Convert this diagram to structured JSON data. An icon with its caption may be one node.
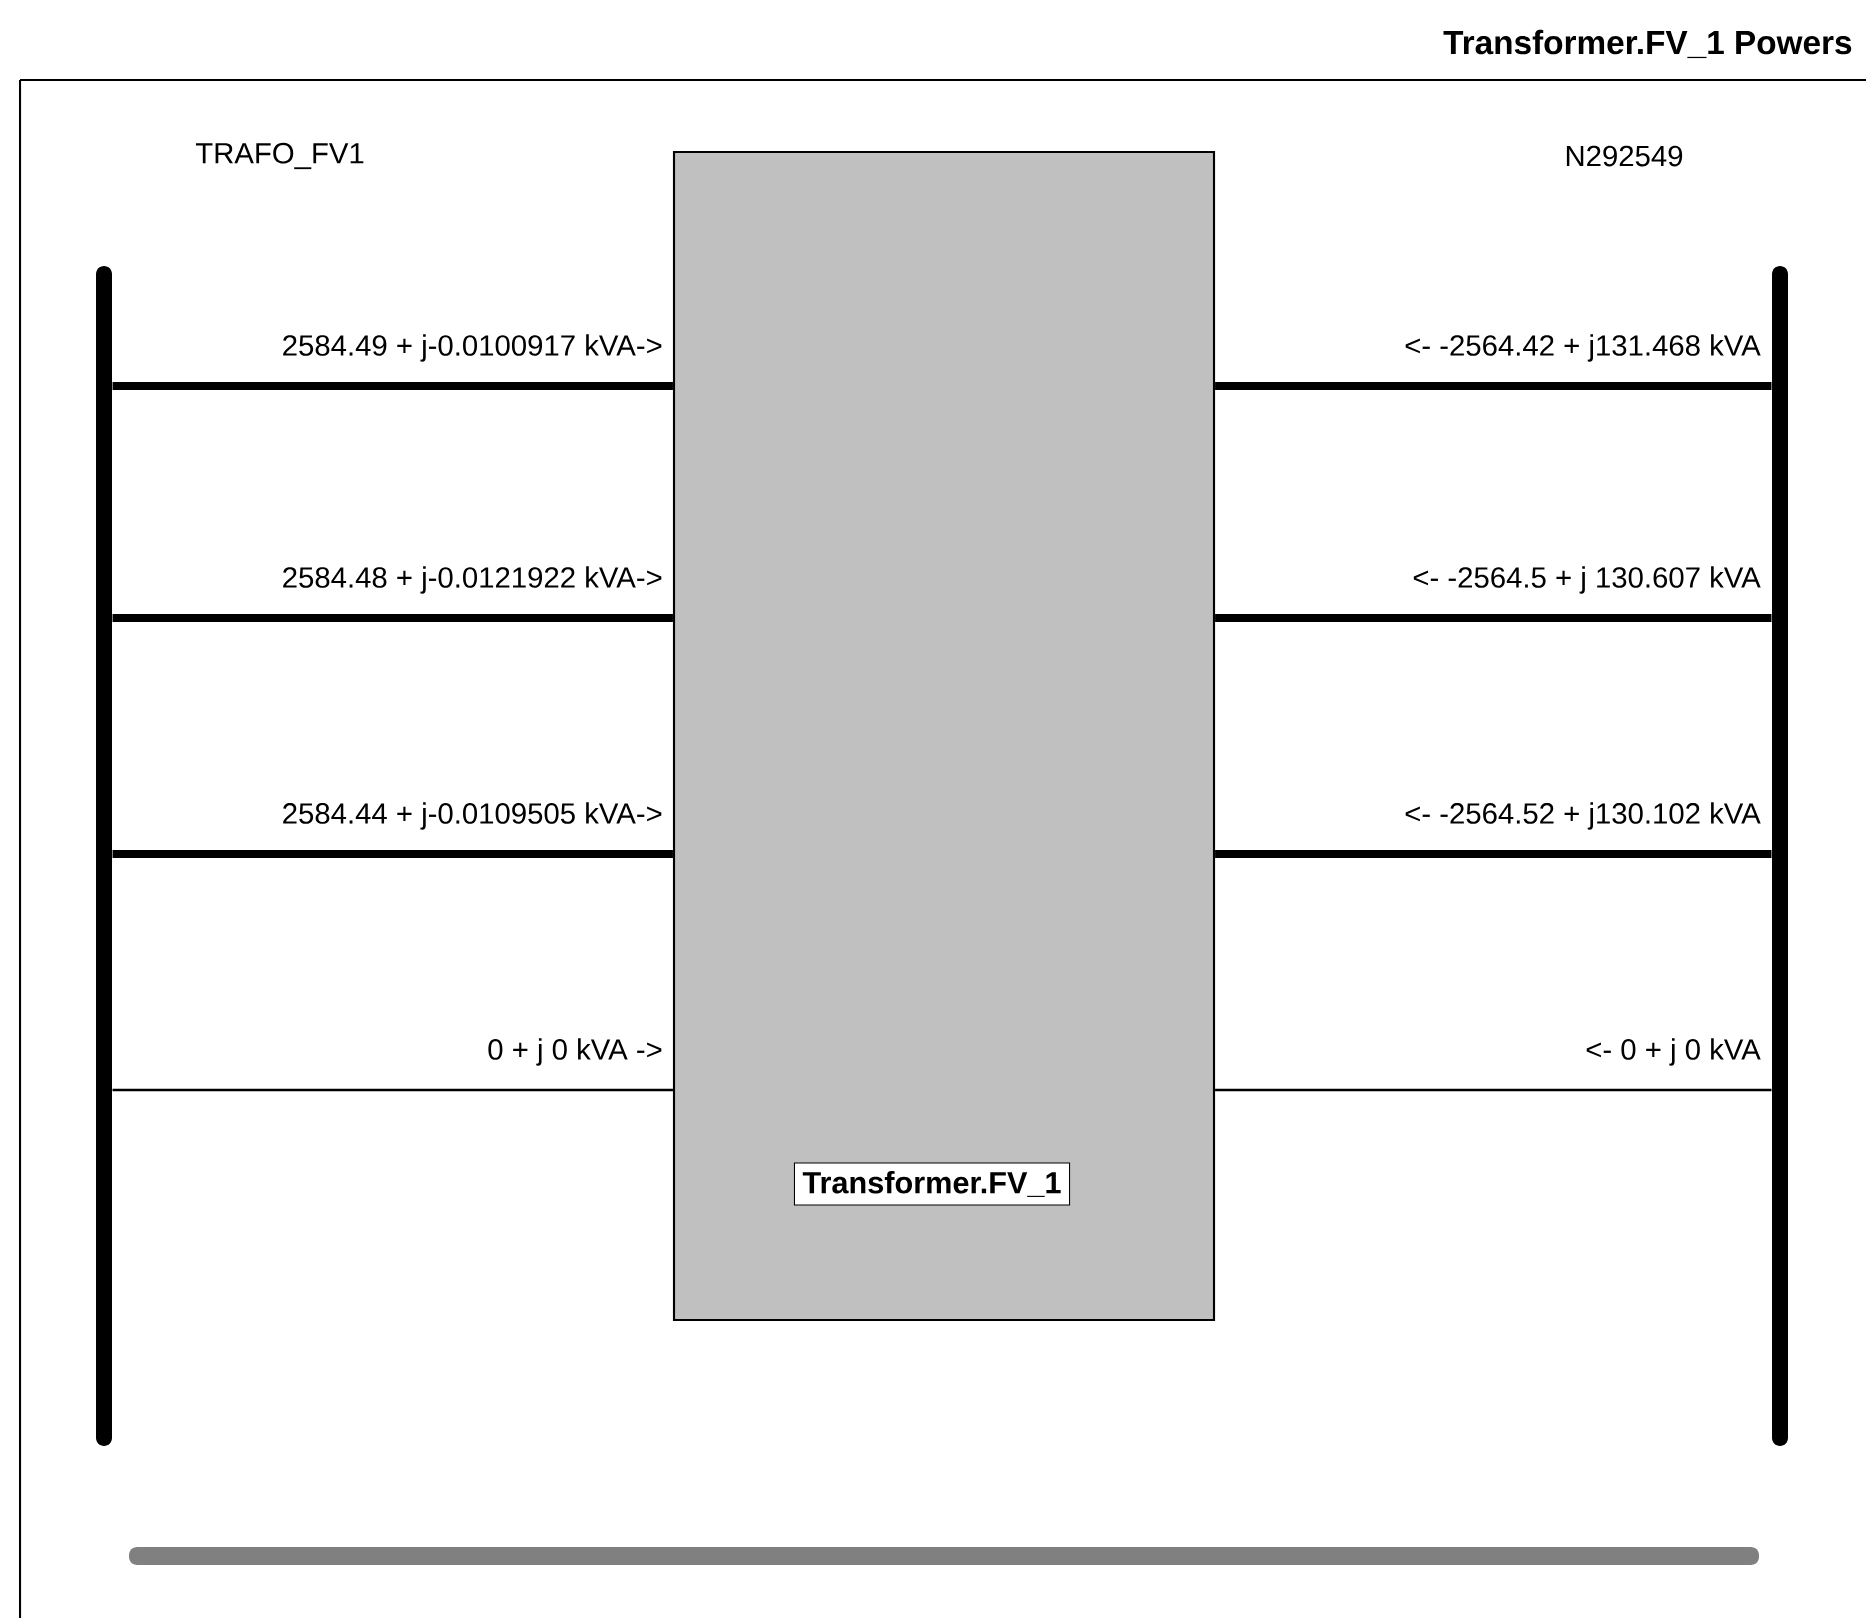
{
  "diagram": {
    "title": "Transformer.FV_1 Powers",
    "nodes": [
      {
        "text": [
          "TRAFO_FV1"
        ]
      },
      {
        "text": [
          "Transformer.FV_1"
        ]
      },
      {
        "text": [
          "N292549"
        ]
      },
      {
        "text": [],
        "shape": "bar"
      }
    ],
    "edges": [
      {
        "from": 0,
        "to": 1,
        "arrow": "none",
        "label": "2584.49 + j-0.0100917 kVA->"
      },
      {
        "from": 2,
        "to": 1,
        "arrow": "none",
        "label": "<-   -2564.42 + j131.468 kVA"
      },
      {
        "from": 0,
        "to": 1,
        "arrow": "none",
        "label": "2584.48 + j-0.0121922 kVA->"
      },
      {
        "from": 2,
        "to": 1,
        "arrow": "none",
        "label": "<-   -2564.5 + j 130.607 kVA"
      },
      {
        "from": 0,
        "to": 1,
        "arrow": "none",
        "label": "2584.44 + j-0.0109505 kVA->"
      },
      {
        "from": 2,
        "to": 1,
        "arrow": "none",
        "label": "<-   -2564.52 + j130.102 kVA"
      },
      {
        "from": 0,
        "to": 1,
        "arrow": "none",
        "label": "0 + j      0 kVA      ->"
      },
      {
        "from": 2,
        "to": 1,
        "arrow": "none",
        "label": "<-      0 + j      0 kVA"
      }
    ]
  }
}
